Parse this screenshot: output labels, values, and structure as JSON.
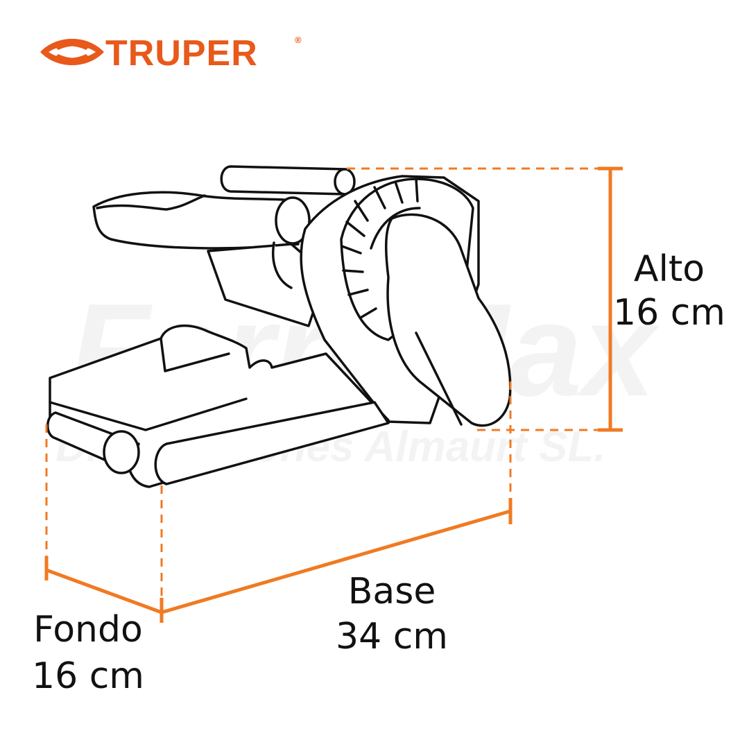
{
  "brand": {
    "name": "TRUPER",
    "registered_mark": "®",
    "color": "#E8591A"
  },
  "watermark": {
    "line1": "FerreMax",
    "line2": "Distribuciones Almaurt SL."
  },
  "dimensions": {
    "alto": {
      "label": "Alto",
      "value": "16 cm"
    },
    "base": {
      "label": "Base",
      "value": "34 cm"
    },
    "fondo": {
      "label": "Fondo",
      "value": "16 cm"
    }
  },
  "colors": {
    "dimension_line": "#F07A22",
    "outline": "#111111",
    "background": "#FFFFFF"
  },
  "product": {
    "icon": "belt-sander-icon"
  }
}
